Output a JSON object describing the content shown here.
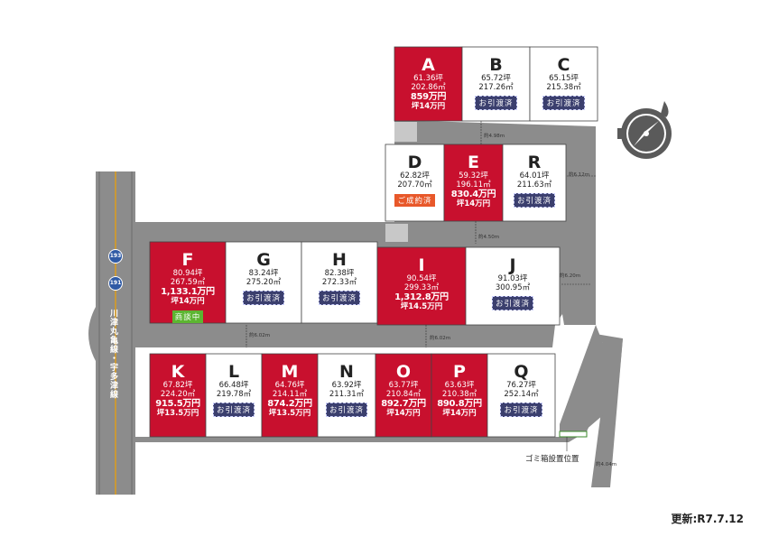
{
  "lots": [
    {
      "id": "A",
      "letter": "A",
      "tsubo": "61.36坪",
      "sqm": "202.86㎡",
      "price": "859万円",
      "unit": "坪14万円",
      "badge": "",
      "red": true
    },
    {
      "id": "B",
      "letter": "B",
      "tsubo": "65.72坪",
      "sqm": "217.26㎡",
      "price": "",
      "unit": "",
      "badge": "お引渡済",
      "red": false
    },
    {
      "id": "C",
      "letter": "C",
      "tsubo": "65.15坪",
      "sqm": "215.38㎡",
      "price": "",
      "unit": "",
      "badge": "お引渡済",
      "red": false
    },
    {
      "id": "D",
      "letter": "D",
      "tsubo": "62.82坪",
      "sqm": "207.70㎡",
      "price": "",
      "unit": "",
      "badge": "ご成約済",
      "red": false
    },
    {
      "id": "E",
      "letter": "E",
      "tsubo": "59.32坪",
      "sqm": "196.11㎡",
      "price": "830.4万円",
      "unit": "坪14万円",
      "badge": "",
      "red": true
    },
    {
      "id": "R",
      "letter": "R",
      "tsubo": "64.01坪",
      "sqm": "211.63㎡",
      "price": "",
      "unit": "",
      "badge": "お引渡済",
      "red": false
    },
    {
      "id": "F",
      "letter": "F",
      "tsubo": "80.94坪",
      "sqm": "267.59㎡",
      "price": "1,133.1万円",
      "unit": "坪14万円",
      "badge": "商談中",
      "red": true
    },
    {
      "id": "G",
      "letter": "G",
      "tsubo": "83.24坪",
      "sqm": "275.20㎡",
      "price": "",
      "unit": "",
      "badge": "お引渡済",
      "red": false
    },
    {
      "id": "H",
      "letter": "H",
      "tsubo": "82.38坪",
      "sqm": "272.33㎡",
      "price": "",
      "unit": "",
      "badge": "お引渡済",
      "red": false
    },
    {
      "id": "I",
      "letter": "I",
      "tsubo": "90.54坪",
      "sqm": "299.33㎡",
      "price": "1,312.8万円",
      "unit": "坪14.5万円",
      "badge": "",
      "red": true
    },
    {
      "id": "J",
      "letter": "J",
      "tsubo": "91.03坪",
      "sqm": "300.95㎡",
      "price": "",
      "unit": "",
      "badge": "お引渡済",
      "red": false
    },
    {
      "id": "K",
      "letter": "K",
      "tsubo": "67.82坪",
      "sqm": "224.20㎡",
      "price": "915.5万円",
      "unit": "坪13.5万円",
      "badge": "",
      "red": true
    },
    {
      "id": "L",
      "letter": "L",
      "tsubo": "66.48坪",
      "sqm": "219.78㎡",
      "price": "",
      "unit": "",
      "badge": "お引渡済",
      "red": false
    },
    {
      "id": "M",
      "letter": "M",
      "tsubo": "64.76坪",
      "sqm": "214.11㎡",
      "price": "874.2万円",
      "unit": "坪13.5万円",
      "badge": "",
      "red": true
    },
    {
      "id": "N",
      "letter": "N",
      "tsubo": "63.92坪",
      "sqm": "211.31㎡",
      "price": "",
      "unit": "",
      "badge": "お引渡済",
      "red": false
    },
    {
      "id": "O",
      "letter": "O",
      "tsubo": "63.77坪",
      "sqm": "210.84㎡",
      "price": "892.7万円",
      "unit": "坪14万円",
      "badge": "",
      "red": true
    },
    {
      "id": "P",
      "letter": "P",
      "tsubo": "63.63坪",
      "sqm": "210.38㎡",
      "price": "890.8万円",
      "unit": "坪14万円",
      "badge": "",
      "red": true
    },
    {
      "id": "Q",
      "letter": "Q",
      "tsubo": "76.27坪",
      "sqm": "252.14㎡",
      "price": "",
      "unit": "",
      "badge": "お引渡済",
      "red": false
    }
  ],
  "road_widths": [
    "約4.98m",
    "約6.12m",
    "約4.50m",
    "約6.20m",
    "約6.02m",
    "約6.02m",
    "約4.04m"
  ],
  "routes": [
    "193",
    "191"
  ],
  "road_name": "川津丸亀線・宇多津線",
  "trash_label": "ゴミ箱設置位置",
  "update_label": "更新:R7.7.12",
  "compass_icon": "compass-icon",
  "colors": {
    "sold_red": "#c8102e",
    "road_gray": "#8c8c8c",
    "badge_navy": "#3b3f6e",
    "contract_orange": "#e8582a",
    "nego_green": "#5cb531"
  }
}
